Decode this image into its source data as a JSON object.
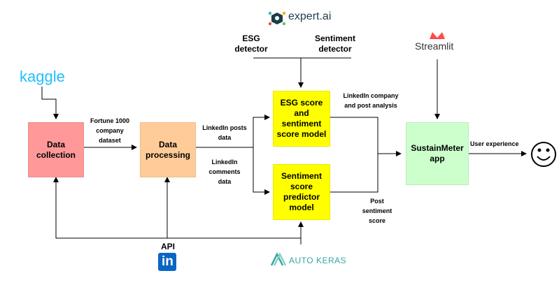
{
  "logos": {
    "kaggle": "kaggle",
    "expertai": "expert.ai",
    "streamlit": "Streamlit",
    "autokeras": "AUTO KERAS",
    "api": "API",
    "linkedin": "in"
  },
  "boxes": {
    "data_collection": "Data collection",
    "data_processing": "Data processing",
    "esg_model": "ESG score and sentiment score model",
    "sentiment_model": "Sentiment score predictor model",
    "app": "SustainMeter app"
  },
  "edges": {
    "fortune": "Fortune 1000 company dataset",
    "posts": "LinkedIn posts data",
    "comments": "LinkedIn comments data",
    "company_analysis": "LinkedIn company and post analysis",
    "post_sentiment": "Post sentiment score",
    "user_exp": "User experience",
    "esg_detector": "ESG detector",
    "sentiment_detector": "Sentiment detector"
  },
  "colors": {
    "collection": "#ff9999",
    "processing": "#ffcc99",
    "model": "#ffff00",
    "app": "#ccffcc",
    "kaggle": "#20beff",
    "streamlit_red": "#ff4b4b",
    "linkedin": "#0a66c2",
    "autokeras": "#3aa3a3"
  }
}
